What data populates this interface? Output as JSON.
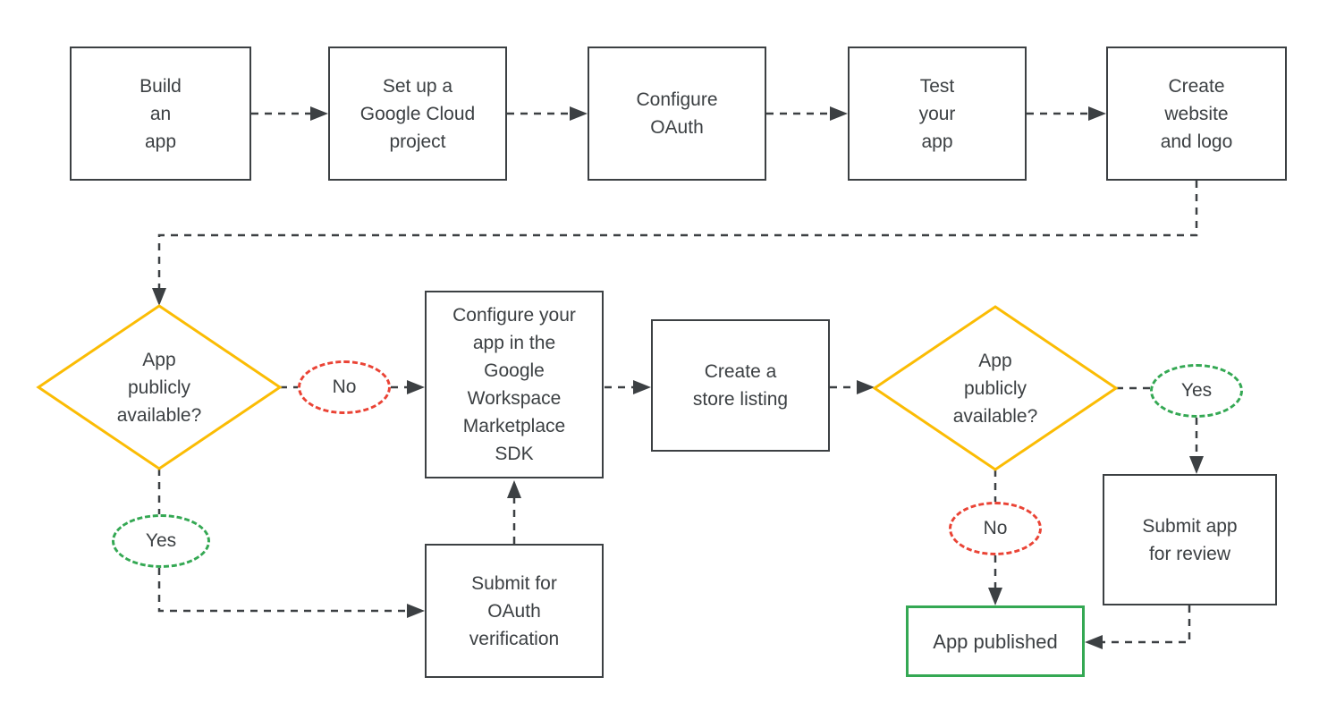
{
  "colors": {
    "ink": "#3C4043",
    "decision_border_yellow": "#FBBC04",
    "yes_green": "#34A853",
    "no_red": "#EA4335",
    "published_border_green": "#34A853",
    "background": "#FFFFFF"
  },
  "nodes": {
    "build_app": {
      "label": "Build\nan\napp"
    },
    "setup_cloud_project": {
      "label": "Set up a\nGoogle Cloud\nproject"
    },
    "configure_oauth": {
      "label": "Configure\nOAuth"
    },
    "test_app": {
      "label": "Test\nyour\napp"
    },
    "create_website_logo": {
      "label": "Create\nwebsite\nand logo"
    },
    "decision_public_left": {
      "label": "App\npublicly\navailable?"
    },
    "label_no_left": {
      "label": "No"
    },
    "label_yes_left": {
      "label": "Yes"
    },
    "configure_marketplace_sdk": {
      "label": "Configure your\napp in the\nGoogle\nWorkspace\nMarketplace\nSDK"
    },
    "submit_oauth_verification": {
      "label": "Submit for\nOAuth\nverification"
    },
    "create_store_listing": {
      "label": "Create a\nstore listing"
    },
    "decision_public_right": {
      "label": "App\npublicly\navailable?"
    },
    "label_yes_right": {
      "label": "Yes"
    },
    "label_no_right": {
      "label": "No"
    },
    "submit_app_review": {
      "label": "Submit app\nfor review"
    },
    "app_published": {
      "label": "App published"
    }
  }
}
